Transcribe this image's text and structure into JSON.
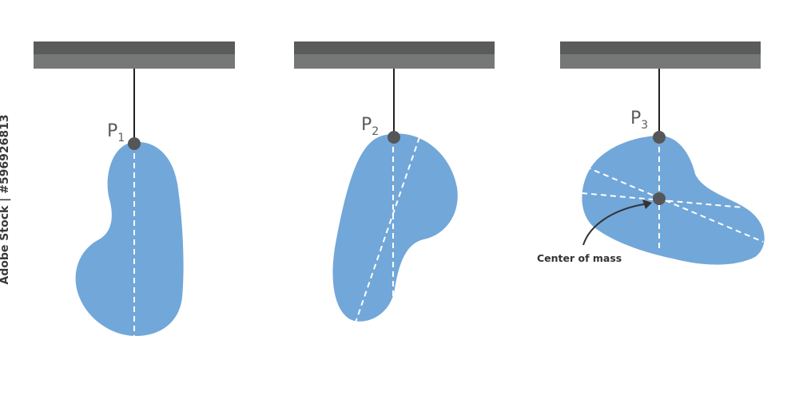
{
  "colors": {
    "body": "#72a7d9",
    "beam_top": "#5a5b5b",
    "beam_bottom": "#767877",
    "pivot": "#555658",
    "dashed_line": "#ffffff",
    "text": "#5c5c5c"
  },
  "panels": [
    {
      "point_letter": "P",
      "point_index": "1"
    },
    {
      "point_letter": "P",
      "point_index": "2"
    },
    {
      "point_letter": "P",
      "point_index": "3"
    }
  ],
  "center_of_mass_label": "Center of mass",
  "watermark": "Adobe Stock | #596926813"
}
